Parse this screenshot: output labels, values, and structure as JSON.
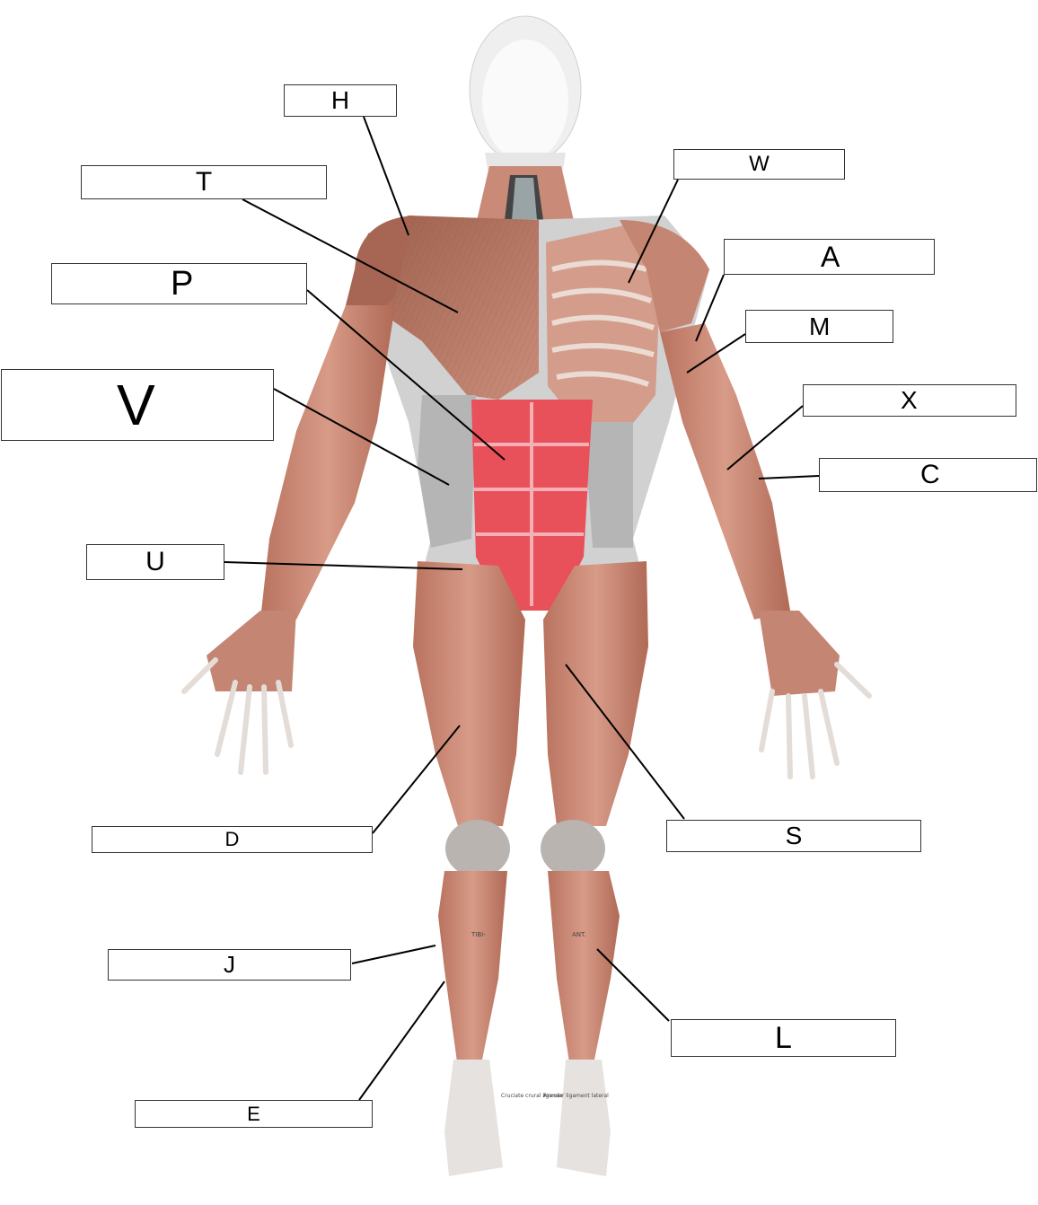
{
  "labels": {
    "H": "H",
    "T": "T",
    "P": "P",
    "V": "V",
    "U": "U",
    "D": "D",
    "J": "J",
    "E": "E",
    "W": "W",
    "A": "A",
    "M": "M",
    "X": "X",
    "C": "C",
    "S": "S",
    "L": "L"
  },
  "figure_text": {
    "left_shin": "TIBI-",
    "right_shin": "ANT.",
    "left_ankle": "Cruciate crural ligament",
    "right_ankle": "Annular ligament lateral"
  },
  "colors": {
    "muscle": "#c98a78",
    "muscle_dark": "#8f5646",
    "abdomen": "#e8505a",
    "tendon": "#e9e6e3",
    "head": "#ececec",
    "leader_line": "#000000"
  }
}
